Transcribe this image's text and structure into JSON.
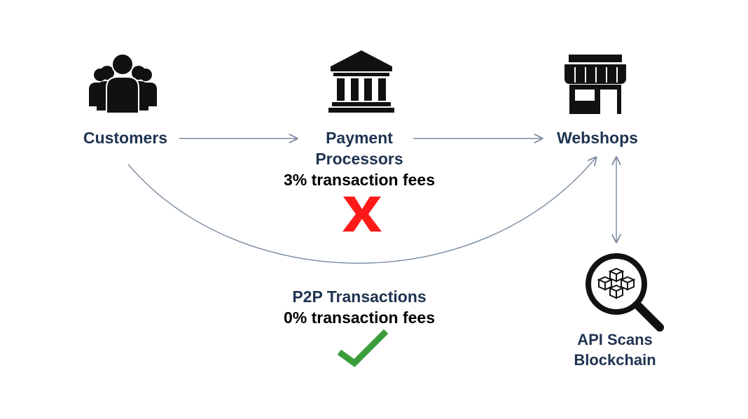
{
  "nodes": {
    "customers": {
      "label": "Customers",
      "icon": "people-group-icon"
    },
    "processors": {
      "label_line1": "Payment",
      "label_line2": "Processors",
      "fee": "3% transaction fees",
      "icon": "bank-icon",
      "status_icon": "red-x-icon"
    },
    "webshops": {
      "label": "Webshops",
      "icon": "storefront-icon"
    },
    "api": {
      "label_line1": "API Scans",
      "label_line2": "Blockchain",
      "icon": "blockchain-search-icon"
    }
  },
  "p2p": {
    "label": "P2P Transactions",
    "fee": "0% transaction fees",
    "status_icon": "green-check-icon"
  },
  "colors": {
    "label": "#1f3350",
    "arrow": "#7a8aa0",
    "cross": "#ff1a1a",
    "check": "#3a9e3a"
  }
}
